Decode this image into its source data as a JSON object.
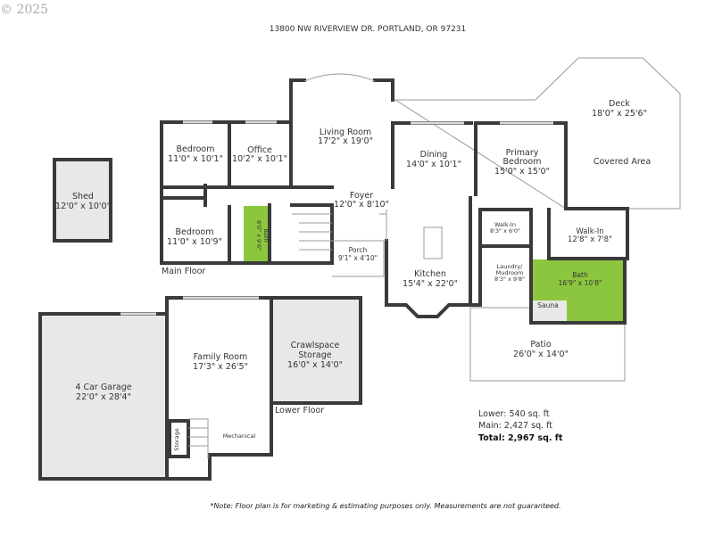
{
  "copyright": "© 2025",
  "address": "13800 NW RIVERVIEW DR. PORTLAND, OR 97231",
  "colors": {
    "wall": "#3a3a3a",
    "bath": "#8cc63f",
    "unfinished": "#e8e8e8"
  },
  "main_floor": {
    "label": "Main Floor",
    "rooms": {
      "shed": {
        "name": "Shed",
        "size": "12'0\" x 10'0\""
      },
      "bedroom1": {
        "name": "Bedroom",
        "size": "11'0\" x 10'1\""
      },
      "office": {
        "name": "Office",
        "size": "10'2\" x 10'1\""
      },
      "living": {
        "name": "Living Room",
        "size": "17'2\" x 19'0\""
      },
      "dining": {
        "name": "Dining",
        "size": "14'0\" x 10'1\""
      },
      "primary": {
        "name1": "Primary",
        "name2": "Bedroom",
        "size": "15'0\" x 15'0\""
      },
      "deck": {
        "name": "Deck",
        "size": "18'0\" x 25'6\"",
        "note": "Covered Area"
      },
      "foyer": {
        "name": "Foyer",
        "size": "12'0\" x 8'10\""
      },
      "bedroom2": {
        "name": "Bedroom",
        "size": "11'0\" x 10'9\""
      },
      "bath1": {
        "name": "Bath",
        "size": "8'0\" x 9'6\""
      },
      "porch": {
        "name": "Porch",
        "size": "9'1\" x 4'10\""
      },
      "kitchen": {
        "name": "Kitchen",
        "size": "15'4\" x 22'0\""
      },
      "walkin1": {
        "name": "Walk-In",
        "size": "8'3\" x 6'0\""
      },
      "walkin2": {
        "name": "Walk-In",
        "size": "12'8\" x 7'8\""
      },
      "laundry": {
        "name1": "Laundry/",
        "name2": "Mudroom",
        "size": "8'3\" x 9'8\""
      },
      "bath2": {
        "name": "Bath",
        "size": "16'9\" x 10'8\""
      },
      "sauna": {
        "name": "Sauna"
      },
      "patio": {
        "name": "Patio",
        "size": "26'0\" x 14'0\""
      }
    }
  },
  "lower_floor": {
    "label": "Lower Floor",
    "rooms": {
      "garage": {
        "name": "4 Car Garage",
        "size": "22'0\" x 28'4\""
      },
      "family": {
        "name": "Family Room",
        "size": "17'3\" x 26'5\""
      },
      "crawl": {
        "name1": "Crawlspace",
        "name2": "Storage",
        "size": "16'0\" x 14'0\""
      },
      "mechanical": {
        "name": "Mechanical"
      },
      "storage": {
        "name": "Storage"
      }
    }
  },
  "area": {
    "lower": "Lower: 540 sq. ft",
    "main": "Main: 2,427 sq. ft",
    "total": "Total: 2,967 sq. ft"
  },
  "disclaimer": "*Note: Floor plan is for marketing & estimating purposes only. Measurements are not guaranteed."
}
